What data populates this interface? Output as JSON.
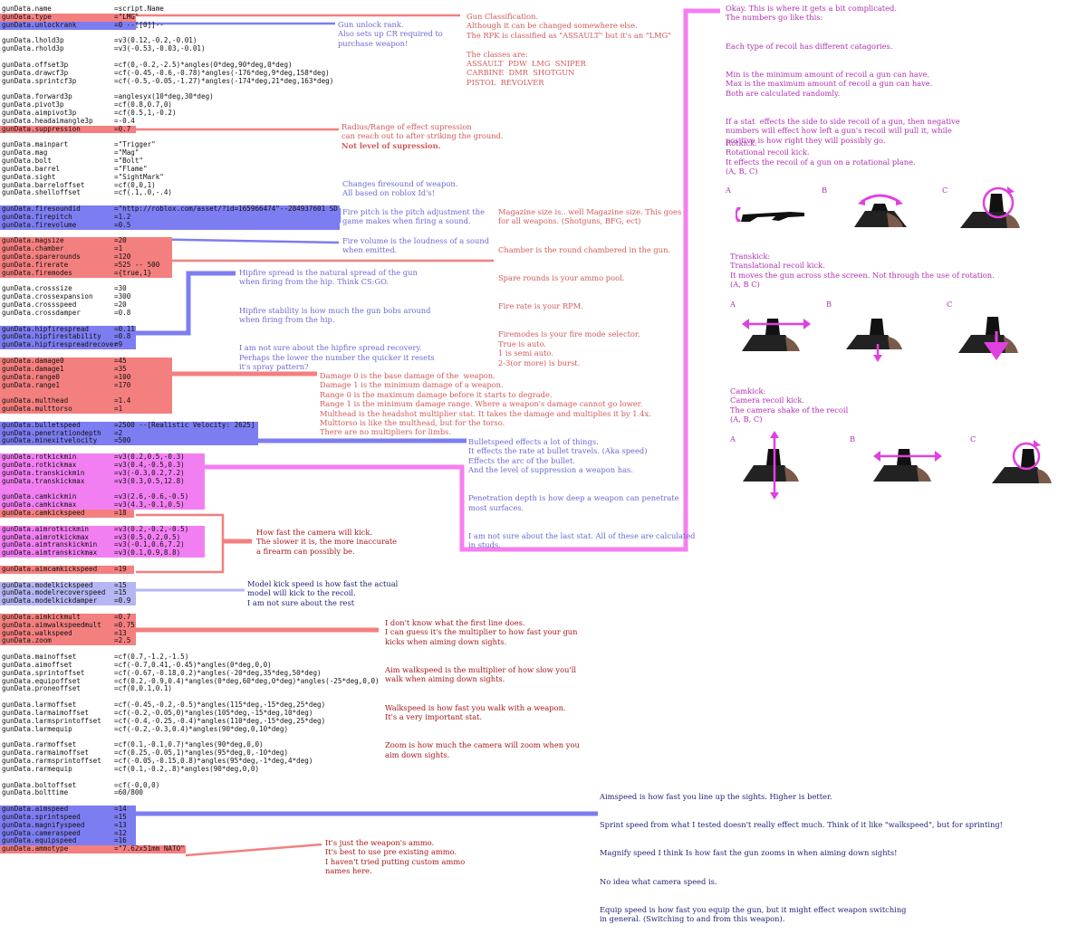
{
  "colors": {
    "red_hl": "#f47f7f",
    "blue_hl": "#7d7df2",
    "pink_hl": "#f27ff2",
    "light_blue_hl": "#b6b6f4",
    "red_line": "#f47f7f",
    "blue_line": "#7d7df2",
    "pink_line": "#f57ef0"
  },
  "code_groups": [
    {
      "hl": "",
      "lines": [
        [
          "gunData.name",
          "=script.Name"
        ]
      ]
    },
    {
      "hl": "red",
      "lines": [
        [
          "gunData.type",
          "=\"LMG\""
        ]
      ]
    },
    {
      "hl": "blue",
      "lines": [
        [
          "gunData.unlockrank",
          "=0 --[[0]]--"
        ]
      ]
    },
    {
      "hl": "",
      "gap": true,
      "lines": [
        [
          "gunData.lhold3p",
          "=v3(0.12,-0.2,-0.01)"
        ],
        [
          "gunData.rhold3p",
          "=v3(-0.53,-0.03,-0.01)"
        ]
      ]
    },
    {
      "hl": "",
      "gap": true,
      "lines": [
        [
          "gunData.offset3p",
          "=cf(0,-0.2,-2.5)*angles(0*deg,90*deg,0*deg)"
        ],
        [
          "gunData.drawcf3p",
          "=cf(-0.45,-0.6,-0.78)*angles(-176*deg,9*deg,158*deg)"
        ],
        [
          "gunData.sprintcf3p",
          "=cf(-0.5,-0.05,-1.27)*angles(-174*deg,21*deg,163*deg)"
        ]
      ]
    },
    {
      "hl": "",
      "gap": true,
      "lines": [
        [
          "gunData.forward3p",
          "=anglesyx(10*deg,30*deg)"
        ],
        [
          "gunData.pivot3p",
          "=cf(0.8,0.7,0)"
        ],
        [
          "gunData.aimpivot3p",
          "=cf(0.5,1,-0.2)"
        ],
        [
          "gunData.headaimangle3p",
          "=-0.4"
        ]
      ]
    },
    {
      "hl": "red",
      "lines": [
        [
          "gunData.suppression",
          "=0.7"
        ]
      ]
    },
    {
      "hl": "",
      "gap": true,
      "lines": [
        [
          "gunData.mainpart",
          "=\"Trigger\""
        ],
        [
          "gunData.mag",
          "=\"Mag\""
        ],
        [
          "gunData.bolt",
          "=\"Bolt\""
        ],
        [
          "gunData.barrel",
          "=\"Flame\""
        ],
        [
          "gunData.sight",
          "=\"SightMark\""
        ],
        [
          "gunData.barreloffset",
          "=cf(0,0,1)"
        ],
        [
          "gunData.shelloffset",
          "=cf(.1,.0,-.4)"
        ]
      ]
    },
    {
      "hl": "blue",
      "gap": true,
      "lines": [
        [
          "gunData.firesoundid",
          "=\"http://roblox.com/asset/?id=165966474\"--284937601 SD"
        ],
        [
          "gunData.firepitch",
          "=1.2"
        ],
        [
          "gunData.firevolume",
          "=0.5"
        ]
      ]
    },
    {
      "hl": "red",
      "gap": true,
      "lines": [
        [
          "gunData.magsize",
          "=20"
        ],
        [
          "gunData.chamber",
          "=1"
        ],
        [
          "gunData.sparerounds",
          "=120"
        ],
        [
          "gunData.firerate",
          "=525 -- 500"
        ],
        [
          "gunData.firemodes",
          "={true,1}"
        ]
      ]
    },
    {
      "hl": "",
      "gap": true,
      "lines": [
        [
          "gunData.crosssize",
          "=30"
        ],
        [
          "gunData.crossexpansion",
          "=300"
        ],
        [
          "gunData.crossspeed",
          "=20"
        ],
        [
          "gunData.crossdamper",
          "=0.8"
        ]
      ]
    },
    {
      "hl": "blue",
      "gap": true,
      "lines": [
        [
          "gunData.hipfirespread",
          "=0.11"
        ],
        [
          "gunData.hipfirestability",
          "=0.8"
        ],
        [
          "gunData.hipfirespreadrecover",
          "=9"
        ]
      ]
    },
    {
      "hl": "red",
      "gap": true,
      "lines": [
        [
          "gunData.damage0",
          "=45"
        ],
        [
          "gunData.damage1",
          "=35"
        ],
        [
          "gunData.range0",
          "=100"
        ],
        [
          "gunData.range1",
          "=170"
        ],
        [
          "",
          ""
        ],
        [
          "gunData.multhead",
          "=1.4"
        ],
        [
          "gunData.multtorso",
          "=1"
        ]
      ]
    },
    {
      "hl": "blue",
      "gap": true,
      "lines": [
        [
          "gunData.bulletspeed",
          "=2500 --[Realistic Velocity: 2625]"
        ],
        [
          "gunData.penetrationdepth",
          "=2"
        ],
        [
          "gunData.minexitvelocity",
          "=500"
        ]
      ]
    },
    {
      "hl": "pink",
      "gap": true,
      "lines": [
        [
          "gunData.rotkickmin",
          "=v3(0.2,0.5,-0.3)"
        ],
        [
          "gunData.rotkickmax",
          "=v3(0.4,-0.5,0.3)"
        ],
        [
          "gunData.transkickmin",
          "=v3(-0.3,0.2,7.2)"
        ],
        [
          "gunData.transkickmax",
          "=v3(0.3,0.5,12.8)"
        ],
        [
          "",
          ""
        ],
        [
          "gunData.camkickmin",
          "=v3(2.6,-0.6,-0.5)"
        ],
        [
          "gunData.camkickmax",
          "=v3(4.3,-0.1,0.5)"
        ]
      ]
    },
    {
      "hl": "red",
      "lines": [
        [
          "gunData.camkickspeed",
          "=18"
        ]
      ]
    },
    {
      "hl": "pink",
      "gap": true,
      "lines": [
        [
          "gunData.aimrotkickmin",
          "=v3(0.2,-0.2,-0.5)"
        ],
        [
          "gunData.aimrotkickmax",
          "=v3(0.5,0.2,0.5)"
        ],
        [
          "gunData.aimtranskickmin",
          "=v3(-0.1,0.6,7.2)"
        ],
        [
          "gunData.aimtranskickmax",
          "=v3(0.1,0.9,8.8)"
        ]
      ]
    },
    {
      "hl": "red",
      "gap": true,
      "lines": [
        [
          "gunData.aimcamkickspeed",
          "=19"
        ]
      ]
    },
    {
      "hl": "lblue",
      "gap": true,
      "lines": [
        [
          "gunData.modelkickspeed",
          "=15"
        ],
        [
          "gunData.modelrecoverspeed",
          "=15"
        ],
        [
          "gunData.modelkickdamper",
          "=0.9"
        ]
      ]
    },
    {
      "hl": "red",
      "gap": true,
      "lines": [
        [
          "gunData.aimkickmult",
          "=0.7"
        ],
        [
          "gunData.aimwalkspeedmult",
          "=0.75"
        ],
        [
          "gunData.walkspeed",
          "=13"
        ],
        [
          "gunData.zoom",
          "=2.5"
        ]
      ]
    },
    {
      "hl": "",
      "gap": true,
      "lines": [
        [
          "gunData.mainoffset",
          "=cf(0.7,-1.2,-1.5)"
        ],
        [
          "gunData.aimoffset",
          "=cf(-0.7,0.41,-0.45)*angles(0*deg,0,0)"
        ],
        [
          "gunData.sprintoffset",
          "=cf(-0.67,-0.18,0.2)*angles(-20*deg,35*deg,50*deg)"
        ],
        [
          "gunData.equipoffset",
          "=cf(0.2,-0.9,0.4)*angles(0*deg,60*deg,0*deg)*angles(-25*deg,0,0)"
        ],
        [
          "gunData.proneoffset",
          "=cf(0,0.1,0.1)"
        ]
      ]
    },
    {
      "hl": "",
      "gap": true,
      "lines": [
        [
          "gunData.larmoffset",
          "=cf(-0.45,-0.2,-0.5)*angles(115*deg,-15*deg,25*deg)"
        ],
        [
          "gunData.larmaimoffset",
          "=cf(-0.2,-0.05,0)*angles(105*deg,-15*deg,10*deg)"
        ],
        [
          "gunData.larmsprintoffset",
          "=cf(-0.4,-0.25,-0.4)*angles(110*deg,-15*deg,25*deg)"
        ],
        [
          "gunData.larmequip",
          "=cf(-0.2,-0.3,0.4)*angles(90*deg,0,10*deg)"
        ]
      ]
    },
    {
      "hl": "",
      "gap": true,
      "lines": [
        [
          "gunData.rarmoffset",
          "=cf(0.1,-0.1,0.7)*angles(90*deg,0,0)"
        ],
        [
          "gunData.rarmaimoffset",
          "=cf(0.25,-0.05,1)*angles(95*deg,0,-10*deg)"
        ],
        [
          "gunData.rarmsprintoffset",
          "=cf(-0.05,-0.15,0.8)*angles(95*deg,-1*deg,4*deg)"
        ],
        [
          "gunData.rarmequip",
          "=cf(0.1,-0.2,.8)*angles(90*deg,0,0)"
        ]
      ]
    },
    {
      "hl": "",
      "gap": true,
      "lines": [
        [
          "gunData.boltoffset",
          "=cf(-0,0,0)"
        ],
        [
          "gunData.bolttime",
          "=60/800"
        ]
      ]
    },
    {
      "hl": "blue",
      "gap": true,
      "lines": [
        [
          "gunData.aimspeed",
          "=14"
        ],
        [
          "gunData.sprintspeed",
          "=15"
        ],
        [
          "gunData.magnifyspeed",
          "=13"
        ],
        [
          "gunData.cameraspeed",
          "=12"
        ],
        [
          "gunData.equipspeed",
          "=16"
        ]
      ]
    },
    {
      "hl": "red",
      "lines": [
        [
          "gunData.ammotype",
          "=\"7.62x51mm NATO\""
        ]
      ]
    }
  ],
  "notes": {
    "unlock": "Gun unlock rank.\nAlso sets up CR required to\npurchase weapon!",
    "classification": "Gun Classification.\nAlthough it can be changed somewhere else.\nThe RPK is classified as \"ASSAULT\" but it's an \"LMG\"\n\nThe classes are:\nASSAULT  PDW  LMG  SNIPER\nCARBINE  DMR  SHOTGUN\nPISTOL  REVOLVER",
    "suppression": "Radius/Range of effect supression\ncan reach out to after striking the ground.",
    "suppression_bold": "Not level of supression.",
    "firesound": "Changes firesound of weapon.\nAll based on roblox Id's!",
    "firepitch": "Fire pitch is the pitch adjustment the\ngame makes when firing a sound.",
    "firevolume": "Fire volume is the loudness of a sound\nwhen emitted.",
    "mag": "Magazine size is.. well Magazine size. This goes\nfor all weapons. (Shotguns, BFG, ect)\n\n\nChamber is the round chambered in the gun.\n\n\nSpare rounds is your ammo pool.\n\n\nFire rate is your RPM.\n\n\nFiremodes is your fire mode selector.\nTrue is auto.\n1 is semi auto.\n2-3(or more) is burst.",
    "hipfire": "Hipfire spread is the natural spread of the gun\nwhen firing from the hip. Think CS:GO.\n\n\nHipfire stability is how much the gun bobs around\nwhen firing from the hip.\n\n\nI am not sure about the hipfire spread recovery.\nPerhaps the lower the number the quicker it resets\nit's spray pattern?",
    "damage": "Damage 0 is the base damage of the  weapon.\nDamage 1 is the minimum damage of a weapon.\nRange 0 is the maximum damage before it starts to degrade.\nRange 1 is the minimum damage range. Where a weapon's damage cannot go lower.\nMulthead is the headshot multiplier stat. It takes the damage and multiplies it by 1.4x.\nMulttorso is like the multhead, but for the torso.\nThere are no multipliers for limbs.",
    "bullet": "Bulletspeed effects a lot of things.\nIt effects the rate at bullet travels. (Aka speed)\nEffects the arc of the bullet.\nAnd the level of suppression a weapon has.\n\n\nPenetration depth is how deep a weapon can penetrate\nmost surfaces.\n\n\nI am not sure about the last stat. All of these are calculated\nin studs.",
    "camkickspeed": "How fast the camera will kick.\nThe slower it is, the more inaccurate\na firearm can possibly be.",
    "modelkick": "Model kick speed is how fast the actual\nmodel will kick to the recoil.\nI am not sure about the rest",
    "aimkick": "I don't know what the first line does.\nI can guess it's the multiplier to how fast your gun\nkicks when aiming down sights.\n\n\nAim walkspeed is the multiplier of how slow you'll\nwalk when aiming down sights.\n\n\nWalkspeed is how fast you walk with a weapon.\nIt's a very important stat.\n\n\nZoom is how much the camera will zoom when you\naim down sights.",
    "aimspeed": "Aimspeed is how fast you line up the sights. Higher is better.\n\n\nSprint speed from what I tested doesn't really effect much. Think of it like \"walkspeed\", but for sprinting!\n\n\nMagnify speed I think Is how fast the gun zooms in when aiming down sights!\n\n\nNo idea what camera speed is.\n\n\nEquip speed is how fast you equip the gun, but it might effect weapon switching\nin general. (Switching to and from this weapon).",
    "ammo": "It's just the weapon's ammo.\nIt's best to use pre existing ammo.\nI haven't tried putting custom ammo\nnames here.",
    "recoil_intro": "Okay. This is where it gets a bit complicated.\nThe numbers go like this:\n\n\nEach type of recoil has different catagories.\n\n\nMin is the minimum amount of recoil a gun can have.\nMax is the maximum amount of recoil a gun can have.\nBoth are calculated randomly.\n\n\nIf a stat  effects the side to side recoil of a gun, then negative\nnumbers will effect how left a gun's recoil will pull it, while\npositive is how right they will possibly go.",
    "rotkick": "Rotkick:\nRotational recoil kick.\nIt effects the recoil of a gun on a rotational plane.\n(A, B, C)",
    "transkick": "Transkick:\nTranslational recoil kick.\nIt moves the gun across sthe screen. Not through the use of rotation.\n(A, B C)",
    "camkick": "Camkick:\nCamera recoil kick.\nThe camera shake of the recoil\n(A, B, C)"
  },
  "panel_letters": {
    "a": "A",
    "b": "B",
    "c": "C"
  }
}
